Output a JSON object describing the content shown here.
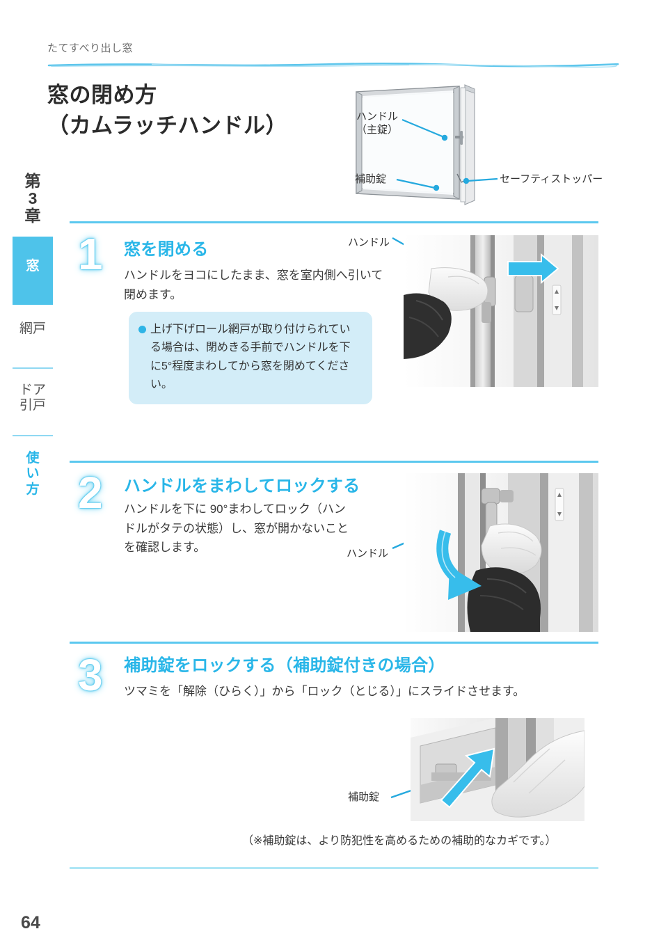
{
  "document": {
    "kicker": "たてすべり出し窓",
    "title_line1": "窓の閉め方",
    "title_line2": "（カムラッチハンドル）",
    "page_number": "64",
    "footnote": "（※補助錠は、より防犯性を高めるための補助的なカギです。）"
  },
  "sidebar": {
    "chapter": {
      "line1": "第",
      "line2": "3",
      "line3": "章"
    },
    "tabs": [
      {
        "id": "window",
        "label": "窓",
        "active": true
      },
      {
        "id": "screen",
        "label": "網戸",
        "active": false
      },
      {
        "id": "door",
        "label_line1": "ドア",
        "label_line2": "引戸",
        "active": false
      },
      {
        "id": "howto",
        "line1": "使",
        "line2": "い",
        "line3": "方",
        "active": false,
        "accent": true
      }
    ]
  },
  "overview": {
    "labels": {
      "handle_line1": "ハンドル",
      "handle_line2": "（主錠）",
      "sublock": "補助錠",
      "safety_stopper": "セーフティストッパー"
    }
  },
  "steps": [
    {
      "number": "1",
      "heading": "窓を閉める",
      "body": "ハンドルをヨコにしたまま、窓を室内側へ引いて閉めます。",
      "callout": "上げ下げロール網戸が取り付けられている場合は、閉めきる手前でハンドルを下に5°程度まわしてから窓を閉めてください。",
      "photo_label": "ハンドル"
    },
    {
      "number": "2",
      "heading": "ハンドルをまわしてロックする",
      "body": "ハンドルを下に 90°まわしてロック（ハンドルがタテの状態）し、窓が開かないことを確認します。",
      "photo_label": "ハンドル"
    },
    {
      "number": "3",
      "heading": "補助錠をロックする（補助錠付きの場合）",
      "body": "ツマミを「解除（ひらく）」から「ロック（とじる）」にスライドさせます。",
      "photo_label": "補助錠"
    }
  ],
  "colors": {
    "accent_cyan": "#29b6e8",
    "tab_active_bg": "#4ec3ea",
    "rule_cyan": "#5bc8ef",
    "callout_bg": "#d3edf8",
    "text_dark": "#333333"
  }
}
